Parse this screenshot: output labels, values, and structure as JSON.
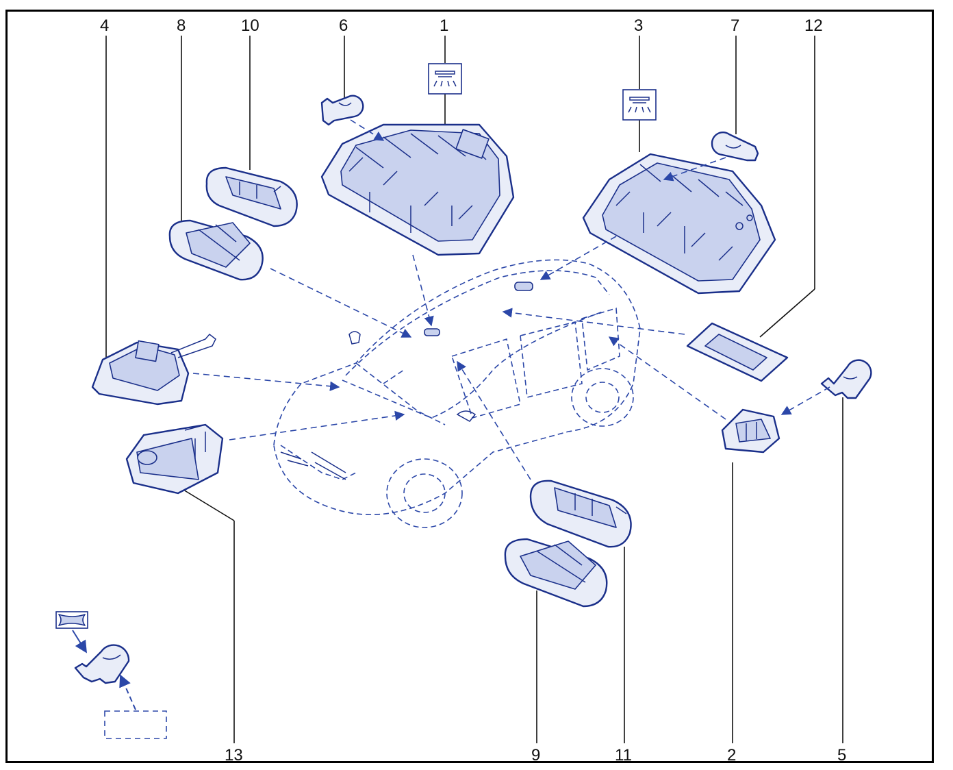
{
  "labels": [
    {
      "id": "4",
      "text": "4"
    },
    {
      "id": "8",
      "text": "8"
    },
    {
      "id": "10",
      "text": "10"
    },
    {
      "id": "6",
      "text": "6"
    },
    {
      "id": "1",
      "text": "1"
    },
    {
      "id": "3",
      "text": "3"
    },
    {
      "id": "7",
      "text": "7"
    },
    {
      "id": "12",
      "text": "12"
    },
    {
      "id": "13",
      "text": "13"
    },
    {
      "id": "9",
      "text": "9"
    },
    {
      "id": "11",
      "text": "11"
    },
    {
      "id": "2",
      "text": "2"
    },
    {
      "id": "5",
      "text": "5"
    }
  ],
  "colors": {
    "line": "#1a2f8a",
    "fill": "#e9edf8",
    "frame": "#000000"
  },
  "icons": [
    "dome-light-icon",
    "bulb-icon",
    "wedge-bulb-icon",
    "reference-frame-icon"
  ]
}
